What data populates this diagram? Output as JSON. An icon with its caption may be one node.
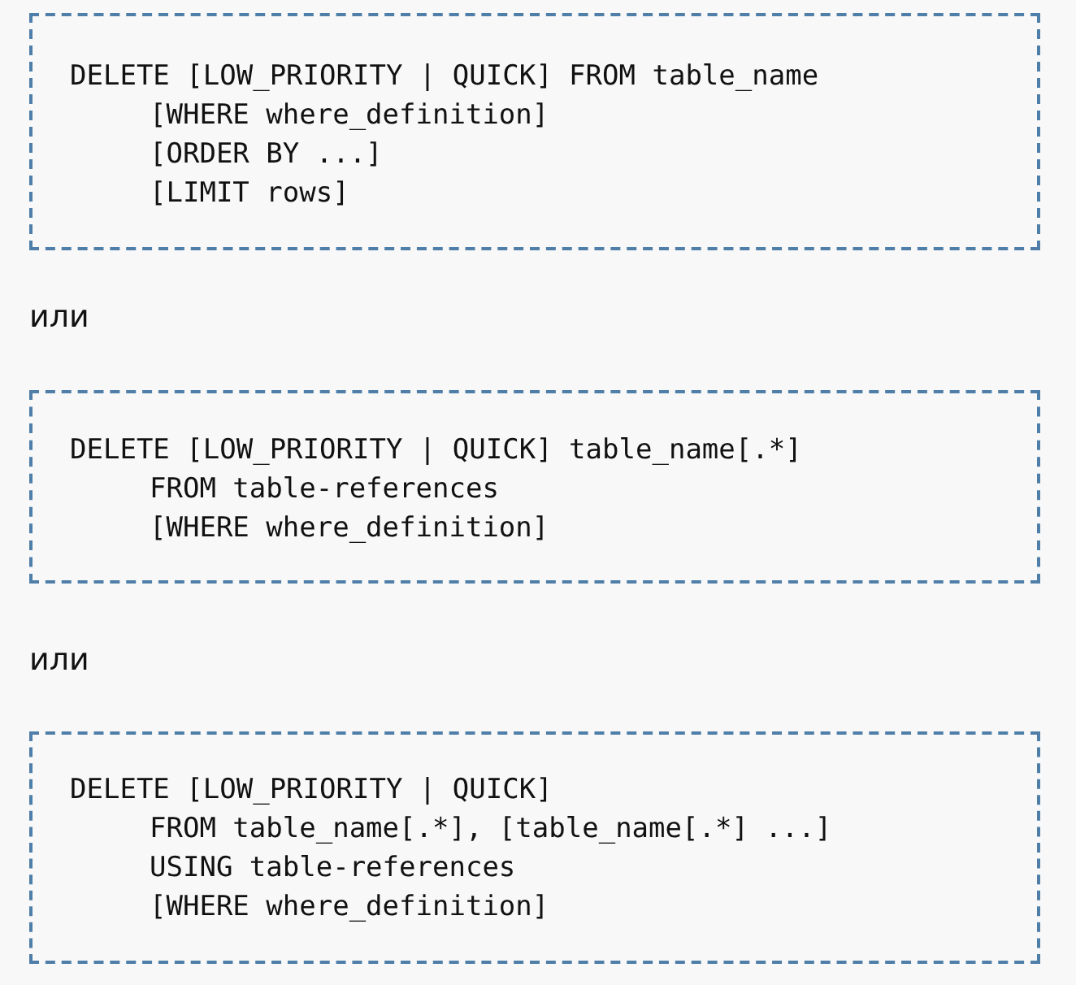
{
  "diagram": {
    "nodes": [
      {
        "text": [
          "DELETE [LOW_PRIORITY | QUICK] FROM table_name",
          "[WHERE where_definition]",
          "[ORDER BY ...]",
          "[LIMIT rows]"
        ]
      },
      {
        "text": [
          "DELETE [LOW_PRIORITY | QUICK] table_name[.*]",
          "FROM table-references",
          "[WHERE where_definition]"
        ]
      },
      {
        "text": [
          "DELETE [LOW_PRIORITY | QUICK]",
          "FROM table_name[.*], [table_name[.*] ...]",
          "USING table-references",
          "[WHERE where_definition]"
        ]
      }
    ],
    "labels": [
      "или",
      "или"
    ]
  }
}
